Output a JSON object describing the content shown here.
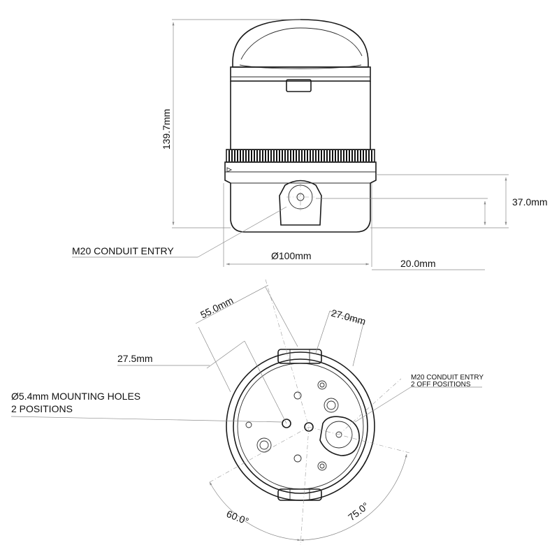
{
  "side_view": {
    "height_label": "139.7mm",
    "base_height_label": "37.0mm",
    "entry_height_label": "20.0mm",
    "diameter_label": "Ø100mm",
    "conduit_label": "M20 CONDUIT ENTRY"
  },
  "bottom_view": {
    "dim_55": "55.0mm",
    "dim_27_0": "27.0mm",
    "dim_27_5": "27.5mm",
    "holes_label_line1": "Ø5.4mm MOUNTING HOLES",
    "holes_label_line2": "2 POSITIONS",
    "conduit_label_line1": "M20 CONDUIT ENTRY",
    "conduit_label_line2": "2 OFF POSITIONS",
    "angle_left": "60.0°",
    "angle_right": "75.0°"
  }
}
